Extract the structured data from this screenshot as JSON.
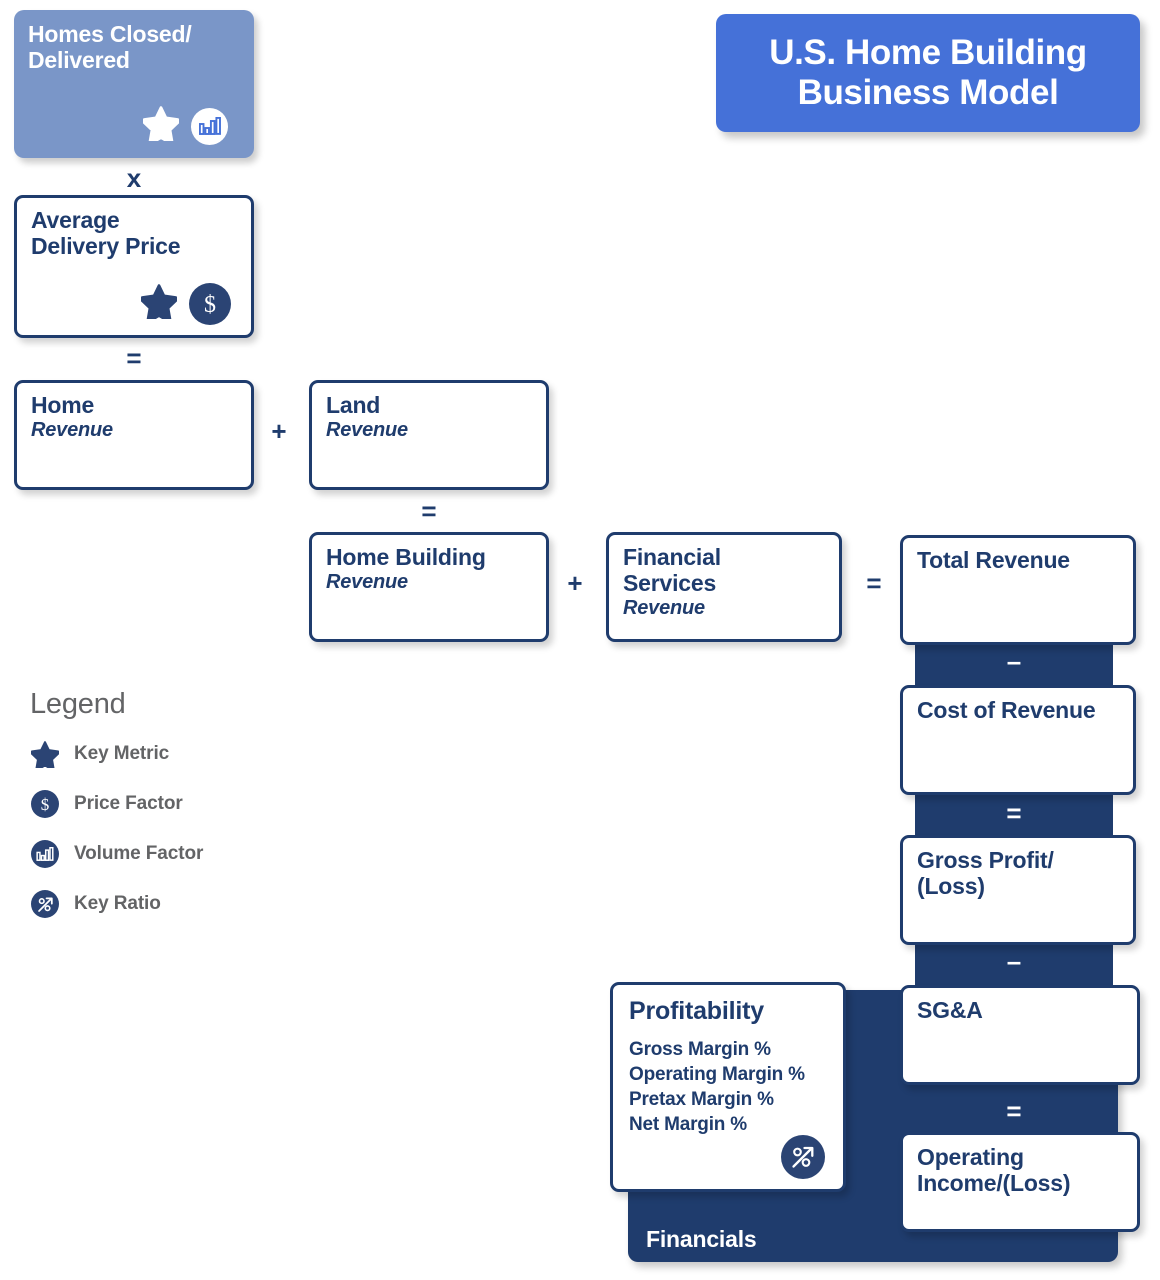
{
  "title": {
    "line1": "U.S. Home Building",
    "line2": "Business Model"
  },
  "drivers": {
    "homes_closed": {
      "label": "Homes Closed/\nDelivered",
      "icons": [
        "key-metric-star",
        "volume-factor"
      ],
      "bg": "#7A96C8"
    },
    "operator_multiply": "x",
    "average_delivery_price": {
      "label": "Average\nDelivery Price",
      "icons": [
        "key-metric-star",
        "price-factor"
      ]
    },
    "operator_equals": "="
  },
  "revenue_row": {
    "home": {
      "title": "Home",
      "sub": "Revenue"
    },
    "plus_1": "+",
    "land": {
      "title": "Land",
      "sub": "Revenue"
    },
    "equals_1": "=",
    "home_building": {
      "title": "Home Building",
      "sub": "Revenue"
    },
    "plus_2": "+",
    "financial_services": {
      "title": "Financial\nServices",
      "sub": "Revenue"
    },
    "equals_2": "="
  },
  "income_statement": {
    "items": [
      {
        "label": "Total Revenue",
        "operator_below": "–"
      },
      {
        "label": "Cost of Revenue",
        "operator_below": "="
      },
      {
        "label": "Gross Profit/\n(Loss)",
        "operator_below": "–"
      },
      {
        "label": "SG&A",
        "operator_below": "="
      },
      {
        "label": "Operating\nIncome/(Loss)",
        "operator_below": ""
      }
    ],
    "panel_label": "Financials"
  },
  "profitability": {
    "title": "Profitability",
    "metrics": [
      "Gross Margin %",
      "Operating Margin %",
      "Pretax Margin %",
      "Net Margin %"
    ],
    "icon": "key-ratio"
  },
  "legend": {
    "title": "Legend",
    "items": [
      {
        "icon": "key-metric-star",
        "label": "Key Metric"
      },
      {
        "icon": "price-factor",
        "label": "Price Factor"
      },
      {
        "icon": "volume-factor",
        "label": "Volume Factor"
      },
      {
        "icon": "key-ratio",
        "label": "Key Ratio"
      }
    ]
  },
  "colors": {
    "navy": "#1F3C6D",
    "navy_icon": "#2B4474",
    "light_blue": "#7A96C8",
    "title_blue": "#4571D8",
    "legend_gray": "#636466",
    "white": "#FFFFFF"
  }
}
